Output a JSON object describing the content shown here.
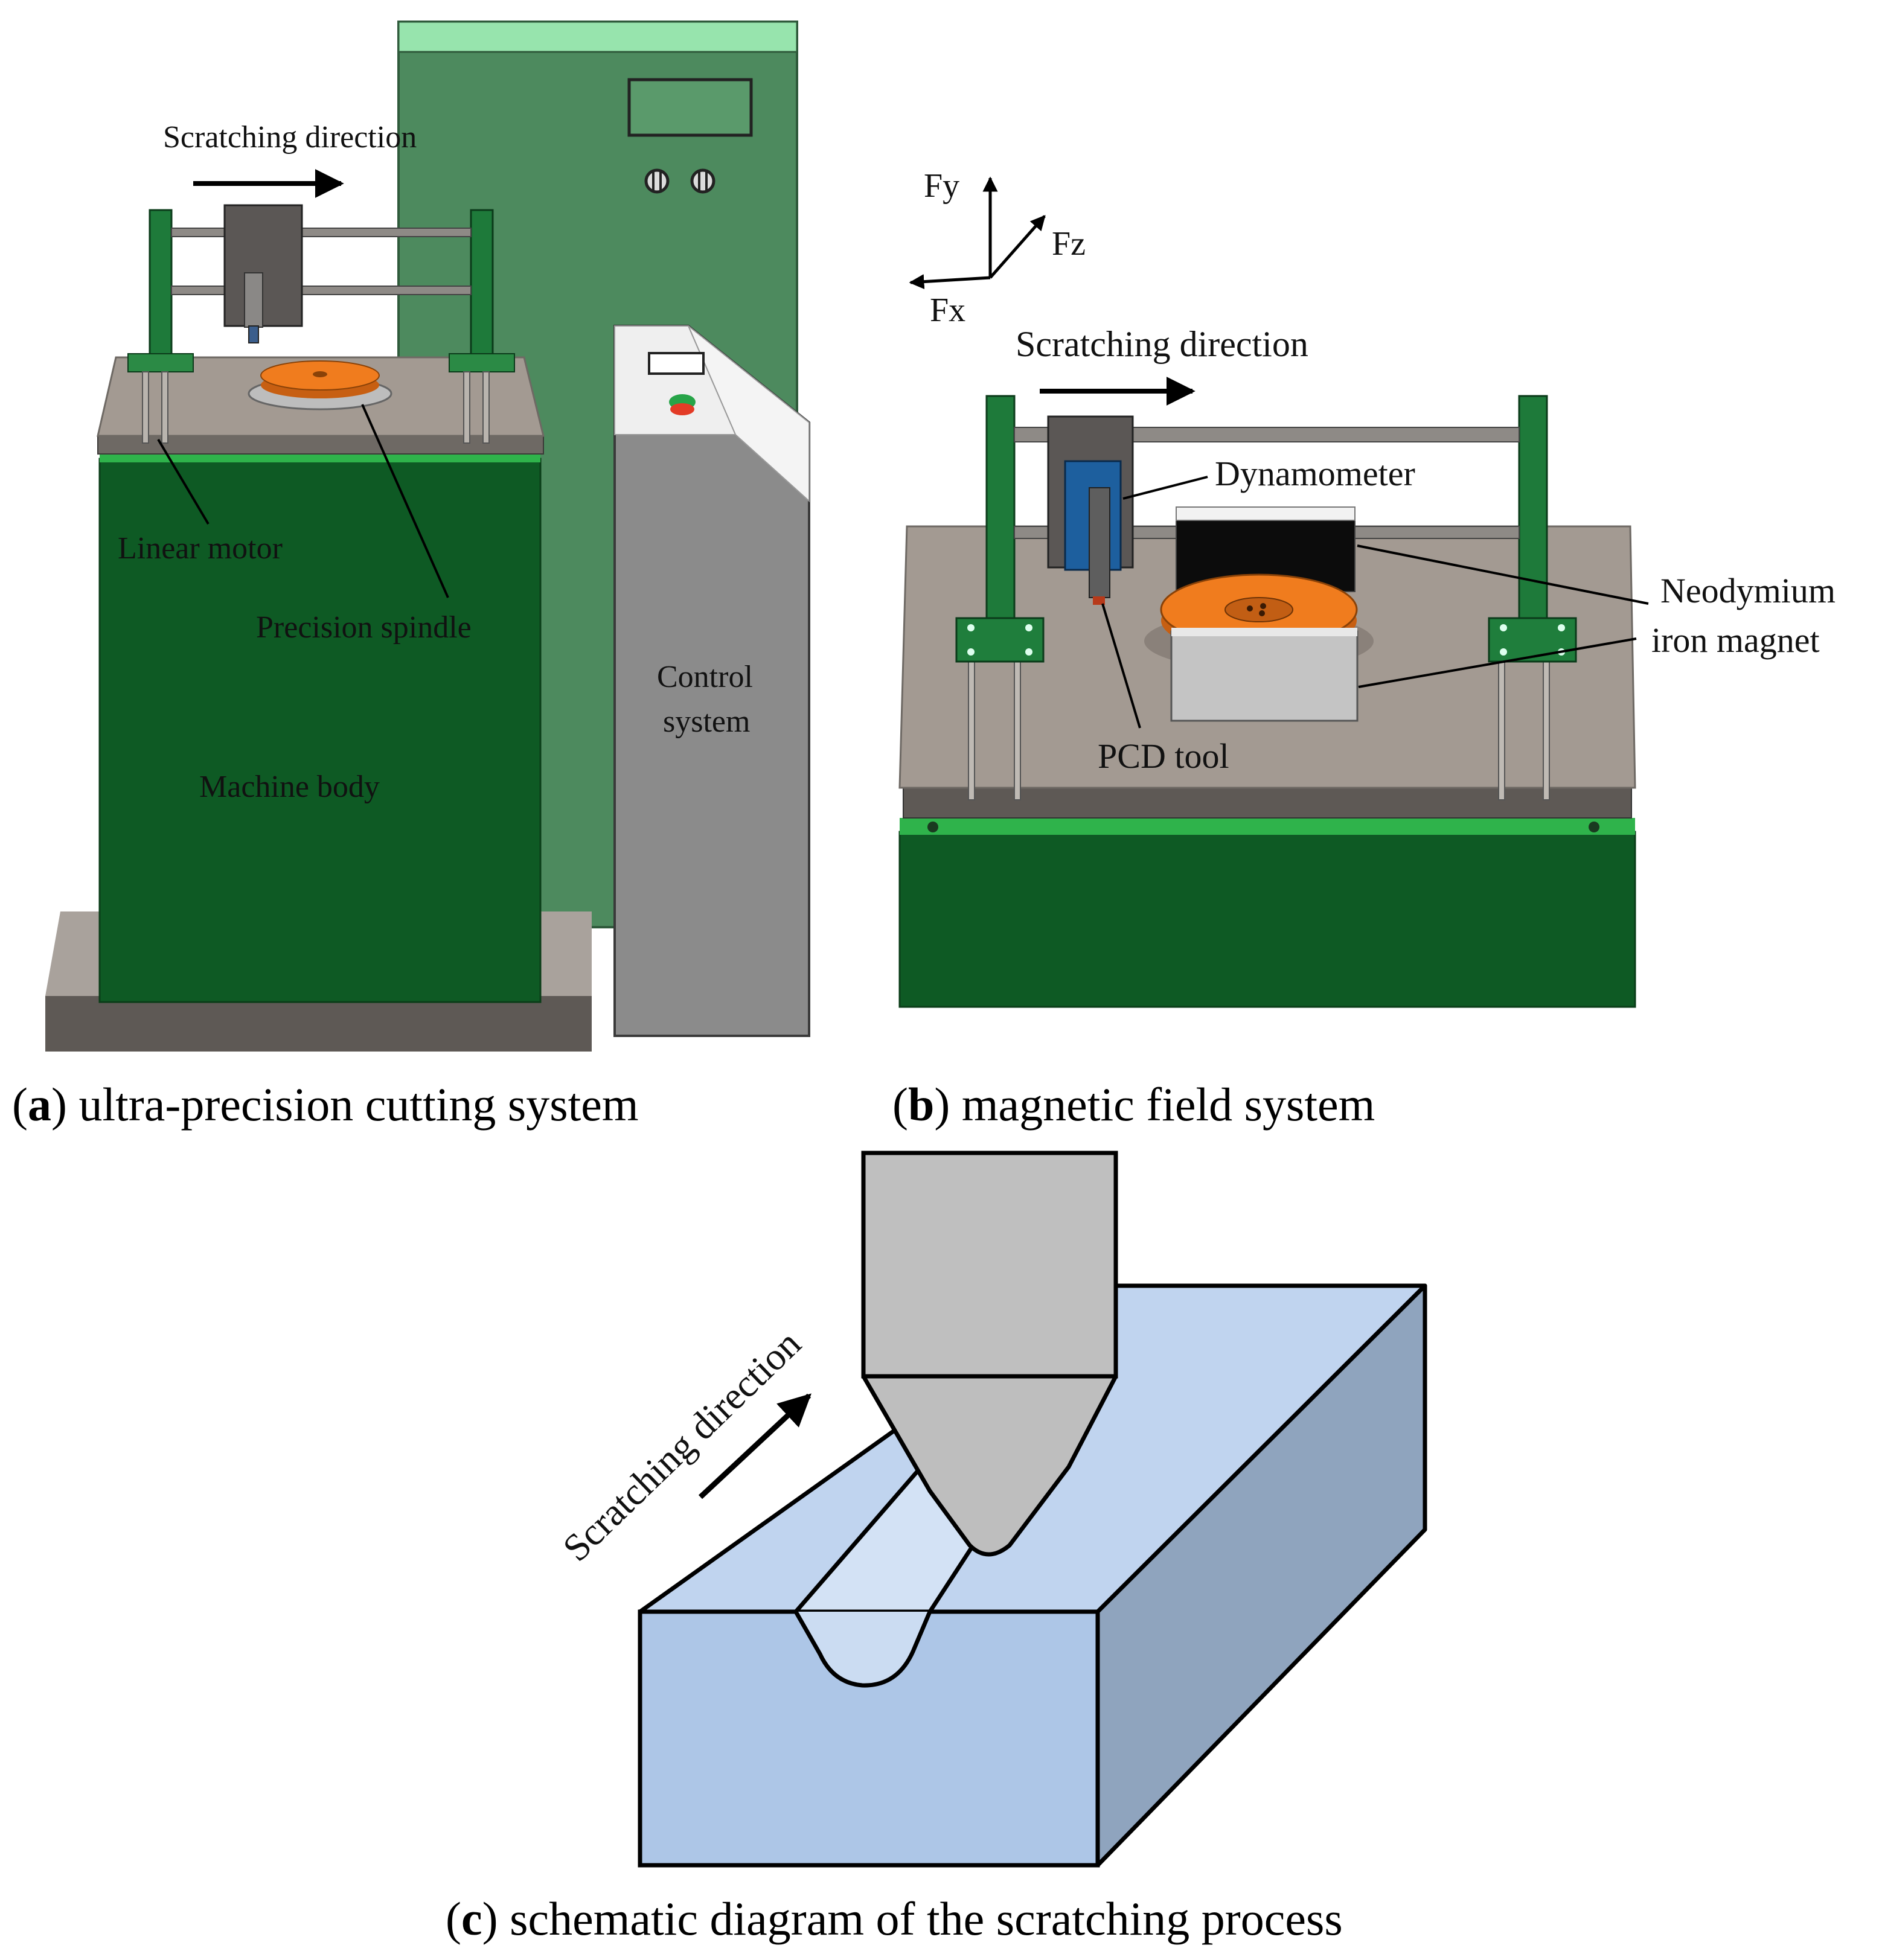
{
  "panel_a": {
    "caption_letter": "a",
    "caption_text": "ultra-precision cutting system",
    "labels": {
      "scratching_direction": "Scratching  direction",
      "linear_motor": "Linear motor",
      "precision_spindle": "Precision  spindle",
      "machine_body": "Machine body",
      "control_system_line1": "Control",
      "control_system_line2": "system"
    }
  },
  "panel_b": {
    "caption_letter": "b",
    "caption_text": "magnetic field system",
    "labels": {
      "fy": "Fy",
      "fz": "Fz",
      "fx": "Fx",
      "scratching_direction": "Scratching  direction",
      "dynamometer": "Dynamometer",
      "neodymium_line1": "Neodymium",
      "neodymium_line2": "iron magnet",
      "pcd_tool": "PCD tool"
    }
  },
  "panel_c": {
    "caption_letter": "c",
    "caption_text": "schematic diagram of the scratching process",
    "labels": {
      "scratching_direction": "Scratching direction"
    }
  },
  "colors": {
    "machine_green": "#0e5a24",
    "cabinet_green": "#4d8a5e",
    "bright_green": "#2fb34b",
    "table_gray": "#a39a92",
    "spindle_orange": "#f07c1e",
    "block_front_blue": "#adc6e7",
    "block_top_blue": "#c0d4ef",
    "block_side_blue": "#8fa4be",
    "tool_gray": "#bdbdbd"
  }
}
